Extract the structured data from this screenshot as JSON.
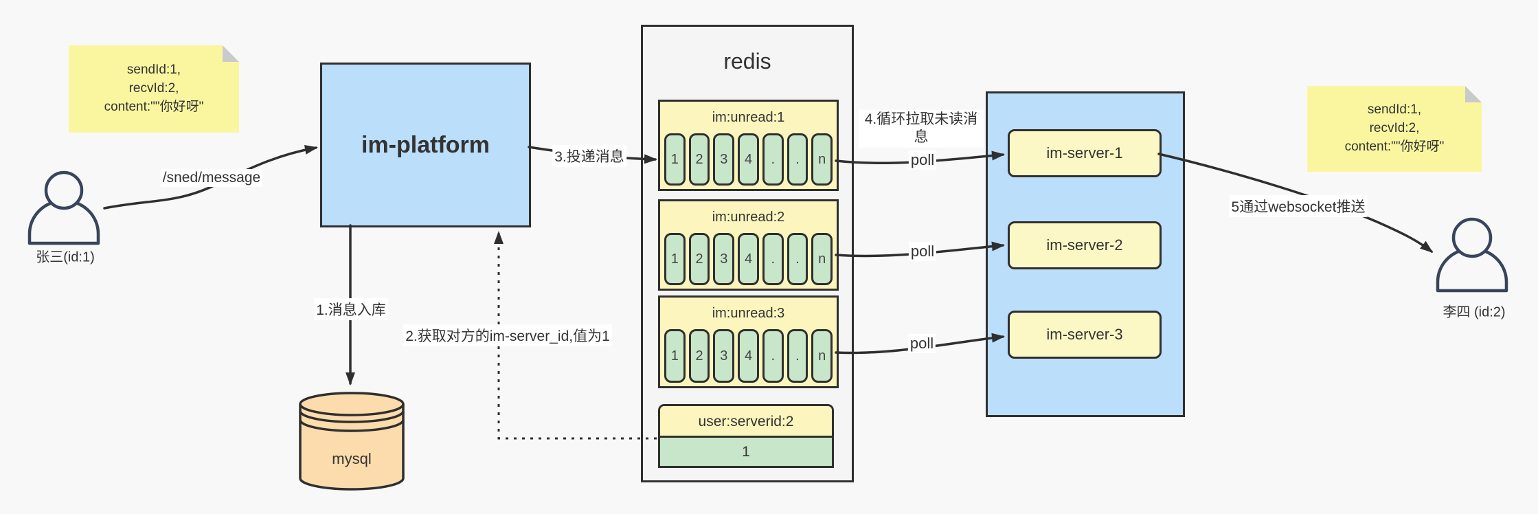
{
  "notes": {
    "left": {
      "line1": "sendId:1,",
      "line2": "recvId:2,",
      "line3": "content:\"\"你好呀\""
    },
    "right": {
      "line1": "sendId:1,",
      "line2": "recvId:2,",
      "line3": "content:\"\"你好呀\""
    }
  },
  "actors": {
    "sender": {
      "label": "张三(id:1)"
    },
    "receiver": {
      "label": "李四 (id:2)"
    }
  },
  "platform": {
    "label": "im-platform"
  },
  "database": {
    "label": "mysql"
  },
  "redis": {
    "title": "redis",
    "queues": [
      {
        "header": "im:unread:1",
        "cells": [
          "1",
          "2",
          "3",
          "4",
          ".",
          ".",
          "n"
        ]
      },
      {
        "header": "im:unread:2",
        "cells": [
          "1",
          "2",
          "3",
          "4",
          ".",
          ".",
          "n"
        ]
      },
      {
        "header": "im:unread:3",
        "cells": [
          "1",
          "2",
          "3",
          "4",
          ".",
          ".",
          "n"
        ]
      }
    ],
    "kv": {
      "header": "user:serverid:2",
      "value": "1"
    }
  },
  "servers": [
    {
      "label": "im-server-1"
    },
    {
      "label": "im-server-2"
    },
    {
      "label": "im-server-3"
    }
  ],
  "labels": {
    "send": "/sned/message",
    "store": "1.消息入库",
    "get_server_id": "2.获取对方的im-server_id,值为1",
    "deliver": "3.投递消息",
    "pull": "4.循环拉取未读消息",
    "poll_1": "poll",
    "poll_2": "poll",
    "poll_3": "poll",
    "push": "5通过websocket推送"
  },
  "colors": {
    "accent_blue": "#BBDEFB",
    "note_yellow": "#FAF6A0",
    "box_yellow": "#FCF5BE",
    "cell_green": "#C8E6C9",
    "db_orange": "#FCDCAC",
    "stroke": "#2F2F2F"
  }
}
